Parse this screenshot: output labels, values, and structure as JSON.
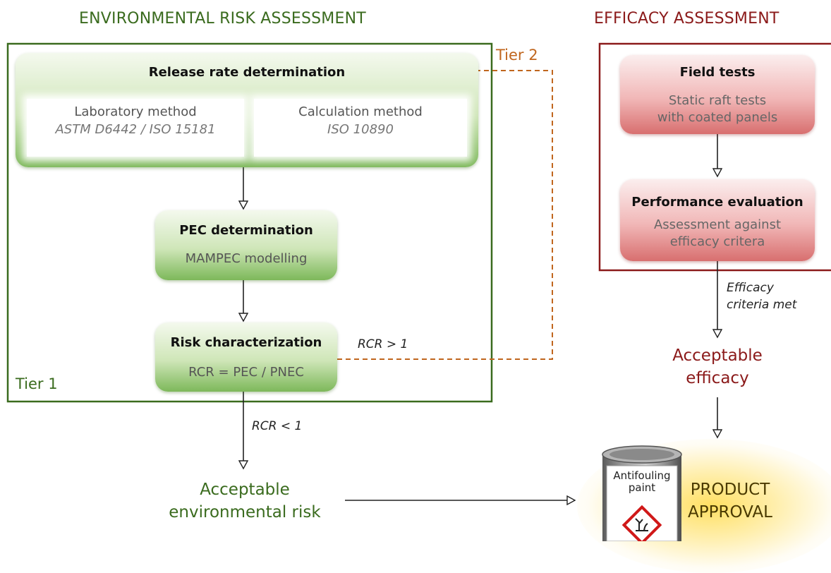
{
  "headings": {
    "env": "ENVIRONMENTAL RISK ASSESSMENT",
    "efficacy": "EFFICACY ASSESSMENT"
  },
  "release_box": {
    "title": "Release rate determination",
    "lab_method": "Laboratory method",
    "lab_standard": "ASTM D6442 / ISO 15181",
    "calc_method": "Calculation method",
    "calc_standard": "ISO 10890"
  },
  "pec_box": {
    "title": "PEC determination",
    "sub": "MAMPEC modelling"
  },
  "risk_box": {
    "title": "Risk characterization",
    "sub": "RCR = PEC / PNEC"
  },
  "tiers": {
    "tier1": "Tier 1",
    "tier2": "Tier 2"
  },
  "labels": {
    "rcr_gt": "RCR > 1",
    "rcr_lt": "RCR < 1",
    "efficacy_met_1": "Efficacy",
    "efficacy_met_2": "criteria met"
  },
  "field_box": {
    "title": "Field tests",
    "sub1": "Static raft tests",
    "sub2": "with coated panels"
  },
  "perf_box": {
    "title": "Performance evaluation",
    "sub1": "Assessment against",
    "sub2": "efficacy critera"
  },
  "outcomes": {
    "env_1": "Acceptable",
    "env_2": "environmental risk",
    "eff_1": "Acceptable",
    "eff_2": "efficacy",
    "approval_1": "PRODUCT",
    "approval_2": "APPROVAL"
  },
  "can": {
    "line1": "Antifouling",
    "line2": "paint"
  },
  "colors": {
    "green": "#3a6b1e",
    "red": "#8b1a1a",
    "orange": "#c0661e"
  }
}
